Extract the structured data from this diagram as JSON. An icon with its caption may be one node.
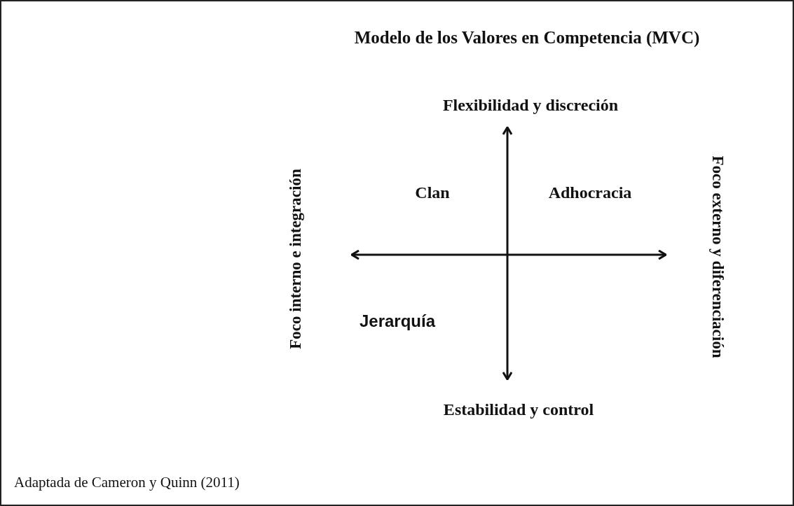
{
  "diagram": {
    "title": "Modelo de los Valores en Competencia (MVC)",
    "labels": [
      "Flexibilidad y discreción",
      "Foco interno e integración",
      "Foco externo y diferenciación",
      "Clan",
      "Adhocracia",
      "Jerarquía",
      "Estabilidad y control"
    ],
    "caption": "Adaptada de Cameron y Quinn (2011)"
  }
}
